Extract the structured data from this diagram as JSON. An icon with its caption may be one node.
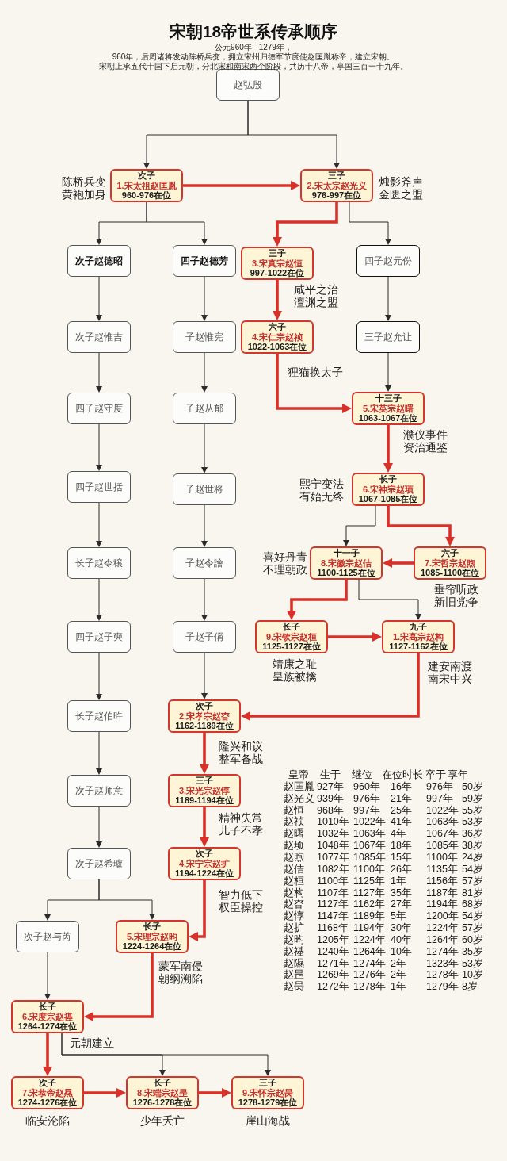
{
  "diagram": {
    "title": "宋朝18帝世系传承顺序",
    "nodes": [
      {
        "text": [
          "赵弘殷"
        ]
      },
      {
        "text": [
          "次子",
          "1.宋太祖赵匡胤",
          "960-976在位"
        ],
        "beside": [
          "陈桥兵变",
          "黄袍加身"
        ]
      },
      {
        "text": [
          "三子",
          "2.宋太宗赵光义",
          "976-997在位"
        ],
        "beside": [
          "烛影斧声",
          "金匮之盟"
        ]
      },
      {
        "text": [
          "次子赵德昭"
        ]
      },
      {
        "text": [
          "四子赵德芳"
        ]
      },
      {
        "text": [
          "三子",
          "3.宋真宗赵恒",
          "997-1022在位"
        ],
        "beside": [
          "咸平之治",
          "澶渊之盟"
        ]
      },
      {
        "text": [
          "四子赵元份"
        ]
      },
      {
        "text": [
          "次子赵惟吉"
        ]
      },
      {
        "text": [
          "子赵惟宪"
        ]
      },
      {
        "text": [
          "六子",
          "4.宋仁宗赵祯",
          "1022-1063在位"
        ],
        "beside": [
          "狸猫换太子"
        ]
      },
      {
        "text": [
          "三子赵允让"
        ]
      },
      {
        "text": [
          "四子赵守度"
        ]
      },
      {
        "text": [
          "子赵从郁"
        ]
      },
      {
        "text": [
          "十三子",
          "5.宋英宗赵曙",
          "1063-1067在位"
        ],
        "beside": [
          "濮仪事件",
          "资治通鉴"
        ]
      },
      {
        "text": [
          "四子赵世括"
        ]
      },
      {
        "text": [
          "子赵世将"
        ]
      },
      {
        "text": [
          "长子",
          "6.宋神宗赵顼",
          "1067-1085在位"
        ],
        "beside": [
          "熙宁变法",
          "有始无终"
        ]
      },
      {
        "text": [
          "长子赵令穣"
        ]
      },
      {
        "text": [
          "子赵令譮"
        ]
      },
      {
        "text": [
          "十一子",
          "8.宋徽宗赵佶",
          "1100-1125在位"
        ],
        "beside": [
          "喜好丹青",
          "不理朝政"
        ]
      },
      {
        "text": [
          "六子",
          "7.宋哲宗赵煦",
          "1085-1100在位"
        ],
        "beside": [
          "垂帘听政",
          "新旧党争"
        ]
      },
      {
        "text": [
          "四子赵子奭"
        ]
      },
      {
        "text": [
          "子赵子偁"
        ]
      },
      {
        "text": [
          "长子",
          "9.宋钦宗赵桓",
          "1125-1127在位"
        ],
        "beside": [
          "靖康之耻",
          "皇族被擒"
        ]
      },
      {
        "text": [
          "九子",
          "1.宋高宗赵构",
          "1127-1162在位"
        ],
        "beside": [
          "建安南渡",
          "南宋中兴"
        ]
      },
      {
        "text": [
          "长子赵伯旿"
        ]
      },
      {
        "text": [
          "次子",
          "2.宋孝宗赵昚",
          "1162-1189在位"
        ],
        "beside": [
          "隆兴和议",
          "整军备战"
        ]
      },
      {
        "text": [
          "次子赵师意"
        ]
      },
      {
        "text": [
          "三子",
          "3.宋光宗赵惇",
          "1189-1194在位"
        ],
        "beside": [
          "精神失常",
          "儿子不孝"
        ]
      },
      {
        "text": [
          "次子赵希瓐"
        ]
      },
      {
        "text": [
          "次子",
          "4.宋宁宗赵扩",
          "1194-1224在位"
        ],
        "beside": [
          "智力低下",
          "权臣操控"
        ]
      },
      {
        "text": [
          "次子赵与芮"
        ]
      },
      {
        "text": [
          "长子",
          "5.宋理宗赵昀",
          "1224-1264在位"
        ],
        "beside": [
          "蒙军南侵",
          "朝纲溯陷"
        ]
      },
      {
        "text": [
          "长子",
          "6.宋度宗赵禥",
          "1264-1274在位"
        ],
        "beside": [
          "元朝建立"
        ]
      },
      {
        "text": [
          "次子",
          "7.宋恭帝赵㬎",
          "1274-1276在位"
        ],
        "beside": [
          "临安沦陷"
        ]
      },
      {
        "text": [
          "长子",
          "8.宋端宗赵昰",
          "1276-1278在位"
        ],
        "beside": [
          "少年夭亡"
        ]
      },
      {
        "text": [
          "三子",
          "9.宋怀宗赵昺",
          "1278-1279在位"
        ],
        "beside": [
          "崖山海战"
        ]
      }
    ],
    "edges": [
      {
        "from": 0,
        "to": 1,
        "arrow": "to"
      },
      {
        "from": 0,
        "to": 2,
        "arrow": "to"
      },
      {
        "from": 1,
        "to": 2,
        "arrow": "to",
        "style": "thick",
        "color": "#d9302a"
      },
      {
        "from": 1,
        "to": 3,
        "arrow": "to"
      },
      {
        "from": 1,
        "to": 4,
        "arrow": "to"
      },
      {
        "from": 2,
        "to": 5,
        "arrow": "to",
        "style": "thick",
        "color": "#d9302a"
      },
      {
        "from": 2,
        "to": 6,
        "arrow": "to"
      },
      {
        "from": 3,
        "to": 7,
        "arrow": "to"
      },
      {
        "from": 4,
        "to": 8,
        "arrow": "to"
      },
      {
        "from": 5,
        "to": 9,
        "arrow": "to",
        "style": "thick",
        "color": "#d9302a"
      },
      {
        "from": 6,
        "to": 10,
        "arrow": "to"
      },
      {
        "from": 7,
        "to": 11,
        "arrow": "to"
      },
      {
        "from": 8,
        "to": 12,
        "arrow": "to"
      },
      {
        "from": 9,
        "to": 13,
        "arrow": "to",
        "style": "thick",
        "color": "#d9302a"
      },
      {
        "from": 10,
        "to": 13,
        "arrow": "to"
      },
      {
        "from": 11,
        "to": 14,
        "arrow": "to"
      },
      {
        "from": 12,
        "to": 15,
        "arrow": "to"
      },
      {
        "from": 13,
        "to": 16,
        "arrow": "to",
        "style": "thick",
        "color": "#d9302a"
      },
      {
        "from": 14,
        "to": 17,
        "arrow": "to"
      },
      {
        "from": 15,
        "to": 18,
        "arrow": "to"
      },
      {
        "from": 16,
        "to": 19,
        "arrow": "to"
      },
      {
        "from": 16,
        "to": 20,
        "arrow": "to",
        "style": "thick",
        "color": "#d9302a"
      },
      {
        "from": 20,
        "to": 19,
        "arrow": "to",
        "style": "thick",
        "color": "#d9302a"
      },
      {
        "from": 17,
        "to": 21,
        "arrow": "to"
      },
      {
        "from": 18,
        "to": 22,
        "arrow": "to"
      },
      {
        "from": 19,
        "to": 23,
        "arrow": "to",
        "style": "thick",
        "color": "#d9302a"
      },
      {
        "from": 19,
        "to": 24,
        "arrow": "to"
      },
      {
        "from": 23,
        "to": 24,
        "arrow": "to",
        "style": "thick",
        "color": "#d9302a"
      },
      {
        "from": 21,
        "to": 25,
        "arrow": "to"
      },
      {
        "from": 22,
        "to": 26,
        "arrow": "to"
      },
      {
        "from": 24,
        "to": 26,
        "arrow": "to",
        "style": "thick",
        "color": "#d9302a"
      },
      {
        "from": 25,
        "to": 27,
        "arrow": "to"
      },
      {
        "from": 26,
        "to": 28,
        "arrow": "to",
        "style": "thick",
        "color": "#d9302a"
      },
      {
        "from": 27,
        "to": 29,
        "arrow": "to"
      },
      {
        "from": 28,
        "to": 30,
        "arrow": "to",
        "style": "thick",
        "color": "#d9302a"
      },
      {
        "from": 29,
        "to": 31,
        "arrow": "to"
      },
      {
        "from": 29,
        "to": 32,
        "arrow": "to"
      },
      {
        "from": 30,
        "to": 32,
        "arrow": "to",
        "style": "thick",
        "color": "#d9302a"
      },
      {
        "from": 31,
        "to": 33,
        "arrow": "to"
      },
      {
        "from": 32,
        "to": 33,
        "arrow": "to",
        "style": "thick",
        "color": "#d9302a"
      },
      {
        "from": 33,
        "to": 34,
        "arrow": "to",
        "style": "thick",
        "color": "#d9302a"
      },
      {
        "from": 33,
        "to": 35,
        "arrow": "to"
      },
      {
        "from": 33,
        "to": 36,
        "arrow": "to"
      },
      {
        "from": 34,
        "to": 35,
        "arrow": "to",
        "style": "thick",
        "color": "#d9302a"
      },
      {
        "from": 35,
        "to": 36,
        "arrow": "to",
        "style": "thick",
        "color": "#d9302a"
      }
    ],
    "labels": [
      "公元960年 - 1279年，",
      "960年，后周诸将发动陈桥兵变，拥立宋州归德军节度使赵匡胤称帝，建立宋朝。",
      "宋朝上承五代十国下启元朝，分北宋和南宋两个阶段，共历十八帝，享国三百一十九年。",
      "皇帝",
      "生于",
      "继位",
      "在位时长",
      "卒于",
      "享年",
      "赵匡胤",
      "927年",
      "960年",
      "16年",
      "976年",
      "50岁",
      "赵光义",
      "939年",
      "976年",
      "21年",
      "997年",
      "59岁",
      "赵恒",
      "968年",
      "997年",
      "25年",
      "1022年",
      "55岁",
      "赵祯",
      "1010年",
      "1022年",
      "41年",
      "1063年",
      "53岁",
      "赵曙",
      "1032年",
      "1063年",
      "4年",
      "1067年",
      "36岁",
      "赵顼",
      "1048年",
      "1067年",
      "18年",
      "1085年",
      "38岁",
      "赵煦",
      "1077年",
      "1085年",
      "15年",
      "1100年",
      "24岁",
      "赵佶",
      "1082年",
      "1100年",
      "26年",
      "1135年",
      "54岁",
      "赵桓",
      "1100年",
      "1125年",
      "1年",
      "1156年",
      "57岁",
      "赵构",
      "1107年",
      "1127年",
      "35年",
      "1187年",
      "81岁",
      "赵昚",
      "1127年",
      "1162年",
      "27年",
      "1194年",
      "68岁",
      "赵惇",
      "1147年",
      "1189年",
      "5年",
      "1200年",
      "54岁",
      "赵扩",
      "1168年",
      "1194年",
      "30年",
      "1224年",
      "57岁",
      "赵昀",
      "1205年",
      "1224年",
      "40年",
      "1264年",
      "60岁",
      "赵禥",
      "1240年",
      "1264年",
      "10年",
      "1274年",
      "35岁",
      "赵隰",
      "1271年",
      "1274年",
      "2年",
      "1323年",
      "53岁",
      "赵昰",
      "1269年",
      "1276年",
      "2年",
      "1278年",
      "10岁",
      "赵昺",
      "1272年",
      "1278年",
      "1年",
      "1279年",
      "8岁"
    ]
  }
}
